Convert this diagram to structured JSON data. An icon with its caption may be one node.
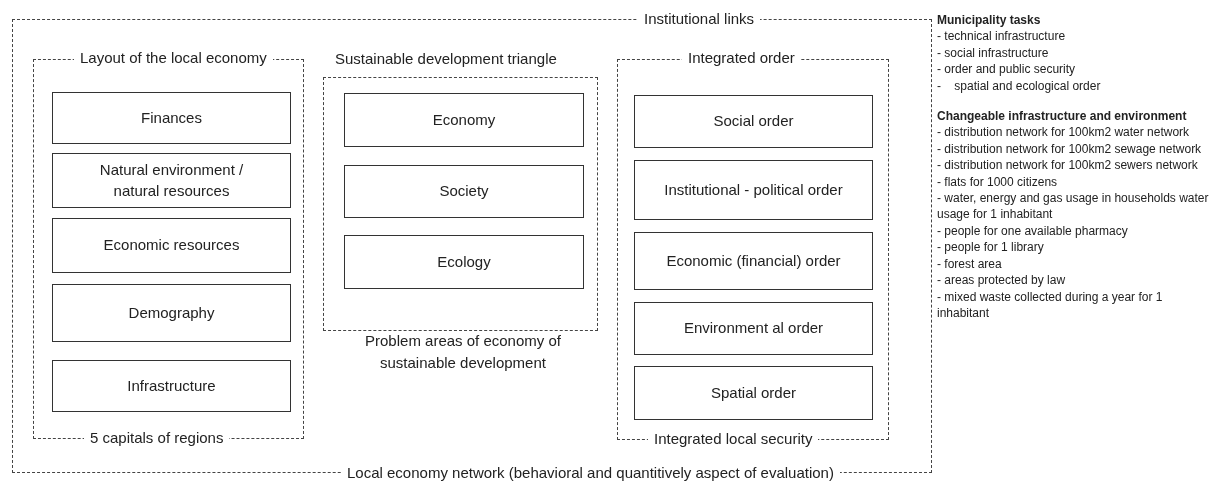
{
  "diagram": {
    "nodes": [
      {
        "text": [
          "Institutional links",
          "Local economy network (behavioral and quantitively aspect of evaluation)"
        ]
      },
      {
        "text": [
          "Layout of the local economy",
          "5 capitals of regions"
        ],
        "in": 0
      },
      {
        "text": [
          "Finances"
        ],
        "in": 1
      },
      {
        "text": [
          "Natural environment / natural resources"
        ],
        "in": 1
      },
      {
        "text": [
          "Economic resources"
        ],
        "in": 1
      },
      {
        "text": [
          "Demography"
        ],
        "in": 1
      },
      {
        "text": [
          "Infrastructure"
        ],
        "in": 1
      },
      {
        "text": [
          "Sustainable development triangle",
          "Problem areas of economy of sustainable development"
        ],
        "in": 0
      },
      {
        "text": [
          "Economy"
        ],
        "in": 7
      },
      {
        "text": [
          "Society"
        ],
        "in": 7
      },
      {
        "text": [
          "Ecology"
        ],
        "in": 7
      },
      {
        "text": [
          "Integrated order",
          "Integrated local security"
        ],
        "in": 0
      },
      {
        "text": [
          "Social order"
        ],
        "in": 11
      },
      {
        "text": [
          "Institutional - political order"
        ],
        "in": 11
      },
      {
        "text": [
          "Economic (financial) order"
        ],
        "in": 11
      },
      {
        "text": [
          "Environment al order"
        ],
        "in": 11
      },
      {
        "text": [
          "Spatial order"
        ],
        "in": 11
      }
    ],
    "labels": [
      "Municipality tasks",
      "- technical infrastructure",
      "- social infrastructure",
      "- order and public security",
      "-    spatial and ecological order",
      "Changeable infrastructure and environment",
      "- distribution network for 100km2 water network",
      "- distribution network for 100km2 sewage network",
      "- distribution network for 100km2 sewers network",
      "- flats for 1000 citizens",
      "- water, energy and gas usage in households water usage for 1 inhabitant",
      "- people for one available pharmacy",
      "- people for 1 library",
      "- forest area",
      "- areas protected by law",
      "- mixed waste collected during a year for 1 inhabitant"
    ]
  }
}
